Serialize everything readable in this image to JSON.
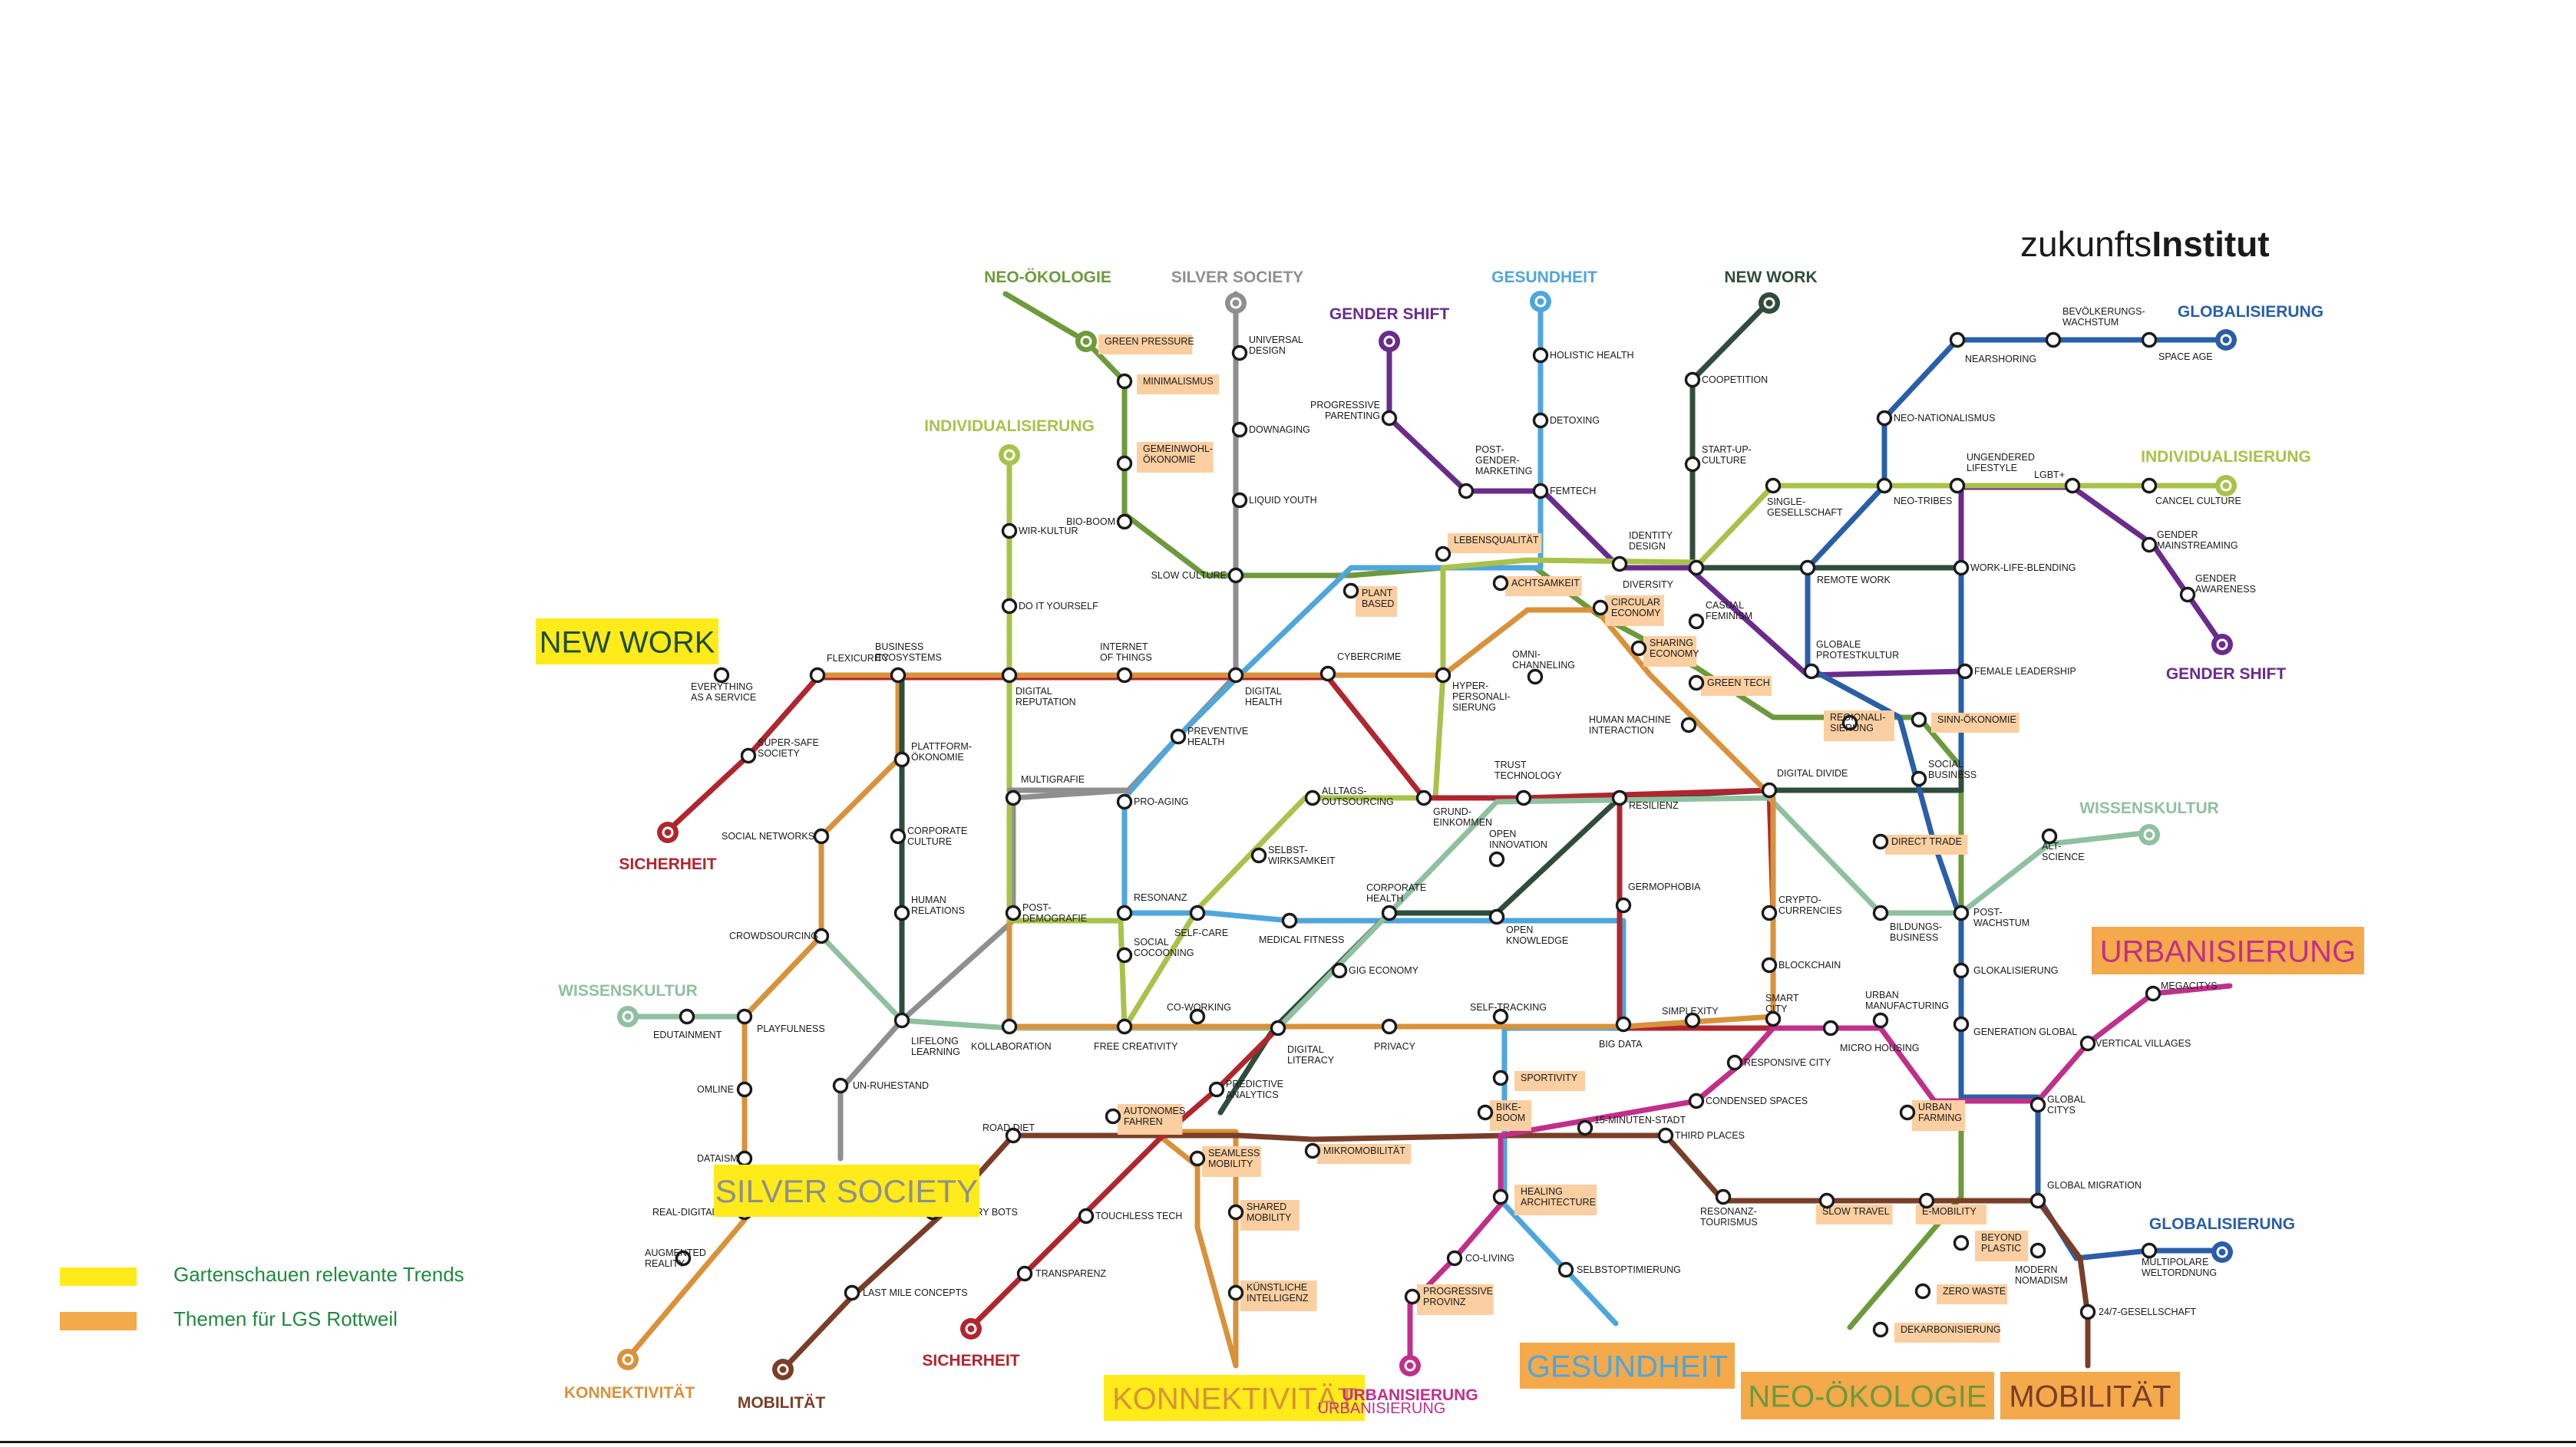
{
  "logo": {
    "light": "zukunfts",
    "bold": "Institut"
  },
  "legend": [
    {
      "label": "Gartenschauen relevante Trends",
      "color": "#ffeb1a"
    },
    {
      "label": "Themen für LGS Rottweil",
      "color": "#f4a94a"
    }
  ],
  "colors": {
    "neo_oekologie": "#6d9a3b",
    "silver_society": "#8f8f8f",
    "gesundheit": "#4ea6dc",
    "new_work": "#2f4d3b",
    "gender_shift": "#6a2c8c",
    "globalisierung": "#2a5ea8",
    "individualisierung": "#a8c24a",
    "sicherheit": "#b0262e",
    "konnektivitaet": "#d9923a",
    "wissenskultur": "#8fc0a0",
    "urbanisierung": "#c0308a",
    "mobilitaet": "#7a3e28",
    "highlight_yellow": "#ffeb1a",
    "highlight_orange": "#f4a94a",
    "theme_box": "#fbcfa1"
  },
  "terminals": [
    {
      "text": "NEO-ÖKOLOGIE",
      "line": "neo_oekologie",
      "icon": "leaf-icon"
    },
    {
      "text": "SILVER SOCIETY",
      "line": "silver_society",
      "icon": "walker-icon"
    },
    {
      "text": "GESUNDHEIT",
      "line": "gesundheit",
      "icon": "heart-icon"
    },
    {
      "text": "NEW WORK",
      "line": "new_work",
      "icon": "briefcase-icon"
    },
    {
      "text": "GENDER SHIFT",
      "line": "gender_shift",
      "icon": "person-icon"
    },
    {
      "text": "GLOBALISIERUNG",
      "line": "globalisierung",
      "icon": "globe-icon"
    },
    {
      "text": "INDIVIDUALISIERUNG",
      "line": "individualisierung",
      "icon": "figure-icon"
    },
    {
      "text": "INDIVIDUALISIERUNG",
      "line": "individualisierung",
      "icon": "figure-icon"
    },
    {
      "text": "GENDER SHIFT",
      "line": "gender_shift",
      "icon": "person-icon"
    },
    {
      "text": "WISSENSKULTUR",
      "line": "wissenskultur",
      "icon": "book-icon"
    },
    {
      "text": "WISSENSKULTUR",
      "line": "wissenskultur",
      "icon": "book-icon"
    },
    {
      "text": "SICHERHEIT",
      "line": "sicherheit",
      "icon": "lock-icon"
    },
    {
      "text": "KONNEKTIVITÄT",
      "line": "konnektivitaet",
      "icon": "network-icon"
    },
    {
      "text": "MOBILITÄT",
      "line": "mobilitaet",
      "icon": "bike-icon"
    },
    {
      "text": "SICHERHEIT",
      "line": "sicherheit",
      "icon": "lock-icon"
    },
    {
      "text": "URBANISIERUNG",
      "line": "urbanisierung",
      "icon": "building-icon"
    },
    {
      "text": "GLOBALISIERUNG",
      "line": "globalisierung",
      "icon": "globe-icon"
    }
  ],
  "highlights": [
    {
      "text": "NEW WORK",
      "color": "highlight_yellow"
    },
    {
      "text": "SILVER SOCIETY",
      "color": "highlight_yellow"
    },
    {
      "text": "KONNEKTIVITÄT",
      "color": "highlight_yellow"
    },
    {
      "text": "GESUNDHEIT",
      "color": "highlight_orange"
    },
    {
      "text": "NEO-ÖKOLOGIE",
      "color": "highlight_orange"
    },
    {
      "text": "MOBILITÄT",
      "color": "highlight_orange"
    },
    {
      "text": "URBANISIERUNG",
      "color": "highlight_orange"
    },
    {
      "text": "URBANISIERUNG",
      "color": "none"
    }
  ],
  "stations": [
    "GREEN PRESSURE",
    "MINIMALISMUS",
    "GEMEINWOHL-\nÖKONOMIE",
    "BIO-BOOM",
    "SLOW CULTURE",
    "UNIVERSAL\nDESIGN",
    "DOWNAGING",
    "LIQUID YOUTH",
    "WIR-KULTUR",
    "DO IT YOURSELF",
    "HOLISTIC HEALTH",
    "DETOXING",
    "FEMTECH",
    "PROGRESSIVE\nPARENTING",
    "POST-\nGENDER-\nMARKETING",
    "IDENTITY\nDESIGN",
    "DIVERSITY",
    "COOPETITION",
    "START-UP-\nCULTURE",
    "BEVÖLKERUNGS-\nWACHSTUM",
    "NEARSHORING",
    "SPACE AGE",
    "NEO-NATIONALISMUS",
    "UNGENDERED\nLIFESTYLE",
    "LGBT+",
    "CANCEL CULTURE",
    "GENDER\nMAINSTREAMING",
    "GENDER\nAWARENESS",
    "SINGLE-\nGESELLSCHAFT",
    "NEO-TRIBES",
    "REMOTE WORK",
    "WORK-LIFE-BLENDING",
    "LEBENSQUALITÄT",
    "ACHTSAMKEIT",
    "PLANT\nBASED",
    "CIRCULAR\nECONOMY",
    "CASUAL\nFEMINISM",
    "SHARING\nECONOMY",
    "GREEN TECH",
    "GLOBALE\nPROTESTKULTUR",
    "FEMALE LEADERSHIP",
    "REGIONALI-\nSIERUNG",
    "SINN-ÖKONOMIE",
    "SOCIAL\nBUSINESS",
    "DIRECT TRADE",
    "EVERYTHING\nAS A SERVICE",
    "FLEXICURITY",
    "BUSINESS\nECOSYSTEMS",
    "INTERNET\nOF THINGS",
    "DIGITAL\nREPUTATION",
    "CYBERCRIME",
    "DIGITAL\nHEALTH",
    "OMNI-\nCHANNELING",
    "HYPER-\nPERSONALI-\nSIERUNG",
    "SUPER-SAFE\nSOCIETY",
    "PLATTFORM-\nÖKONOMIE",
    "PREVENTIVE\nHEALTH",
    "MULTIGRAFIE",
    "PRO-AGING",
    "TRUST\nTECHNOLOGY",
    "HUMAN MACHINE\nINTERACTION",
    "DIGITAL DIVIDE",
    "RESILIENZ",
    "GRUND-\nEINKOMMEN",
    "ALLTAGS-\nOUTSOURCING",
    "SOCIAL NETWORKS",
    "CORPORATE\nCULTURE",
    "SELBST-\nWIRKSAMKEIT",
    "OPEN\nINNOVATION",
    "ALT-\nSCIENCE",
    "HUMAN\nRELATIONS",
    "POST-\nDEMOGRAFIE",
    "RESONANZ",
    "SELF-CARE",
    "MEDICAL FITNESS",
    "CORPORATE\nHEALTH",
    "OPEN\nKNOWLEDGE",
    "GERMOPHOBIA",
    "CRYPTO-\nCURRENCIES",
    "BILDUNGS-\nBUSINESS",
    "POST-\nWACHSTUM",
    "CROWDSOURCING",
    "SOCIAL\nCOCOONING",
    "GIG ECONOMY",
    "BLOCKCHAIN",
    "GLOKALISIERUNG",
    "EDUTAINMENT",
    "PLAYFULNESS",
    "LIFELONG\nLEARNING",
    "KOLLABORATION",
    "FREE CREATIVITY",
    "CO-WORKING",
    "DIGITAL\nLITERACY",
    "PRIVACY",
    "SELF-TRACKING",
    "BIG DATA",
    "SIMPLEXITY",
    "SMART\nCITY",
    "URBAN\nMANUFACTURING",
    "MICRO HOUSING",
    "GENERATION GLOBAL",
    "MEGACITYS",
    "VERTICAL VILLAGES",
    "UN-RUHESTAND",
    "OMLINE",
    "PREDICTIVE\nANALYTICS",
    "RESPONSIVE CITY",
    "SPORTIVITY",
    "CONDENSED SPACES",
    "URBAN\nFARMING",
    "GLOBAL\nCITYS",
    "DATAISM",
    "ROAD DIET",
    "AUTONOMES\nFAHREN",
    "BIKE-\nBOOM",
    "15-MINUTEN-STADT",
    "THIRD PLACES",
    "MIKROMOBILITÄT",
    "SEAMLESS\nMOBILITY",
    "REAL-DIGITAL",
    "DELIVERY BOTS",
    "TOUCHLESS TECH",
    "SHARED\nMOBILITY",
    "HEALING\nARCHITECTURE",
    "RESONANZ-\nTOURISMUS",
    "SLOW TRAVEL",
    "E-MOBILITY",
    "GLOBAL MIGRATION",
    "AUGMENTED\nREALITY",
    "TRANSPARENZ",
    "CO-LIVING",
    "SELBSTOPTIMIERUNG",
    "BEYOND\nPLASTIC",
    "MODERN\nNOMADISM",
    "MULTIPOLARE\nWELTORDNUNG",
    "LAST MILE CONCEPTS",
    "KÜNSTLICHE\nINTELLIGENZ",
    "PROGRESSIVE\nPROVINZ",
    "ZERO WASTE",
    "24/7-GESELLSCHAFT",
    "DEKARBONISIERUNG"
  ]
}
